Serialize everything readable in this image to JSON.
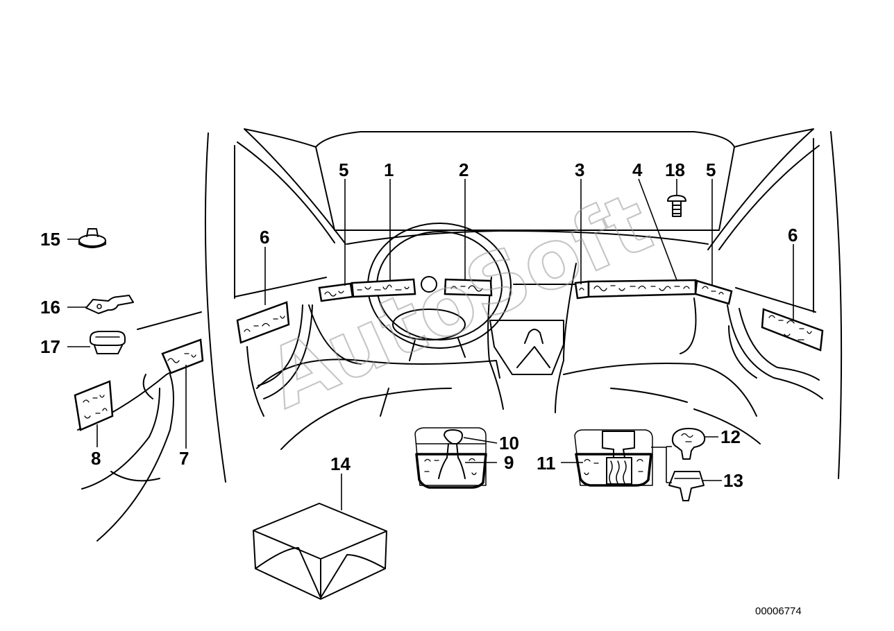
{
  "diagram": {
    "document_number": "00006774",
    "watermark": "AutoSoft",
    "part_labels": {
      "p1": "1",
      "p2": "2",
      "p3": "3",
      "p4": "4",
      "p5_left": "5",
      "p5_right": "5",
      "p6_left": "6",
      "p6_right": "6",
      "p7": "7",
      "p8": "8",
      "p9": "9",
      "p10": "10",
      "p11": "11",
      "p12": "12",
      "p13": "13",
      "p14": "14",
      "p15": "15",
      "p16": "16",
      "p17": "17",
      "p18": "18"
    }
  }
}
